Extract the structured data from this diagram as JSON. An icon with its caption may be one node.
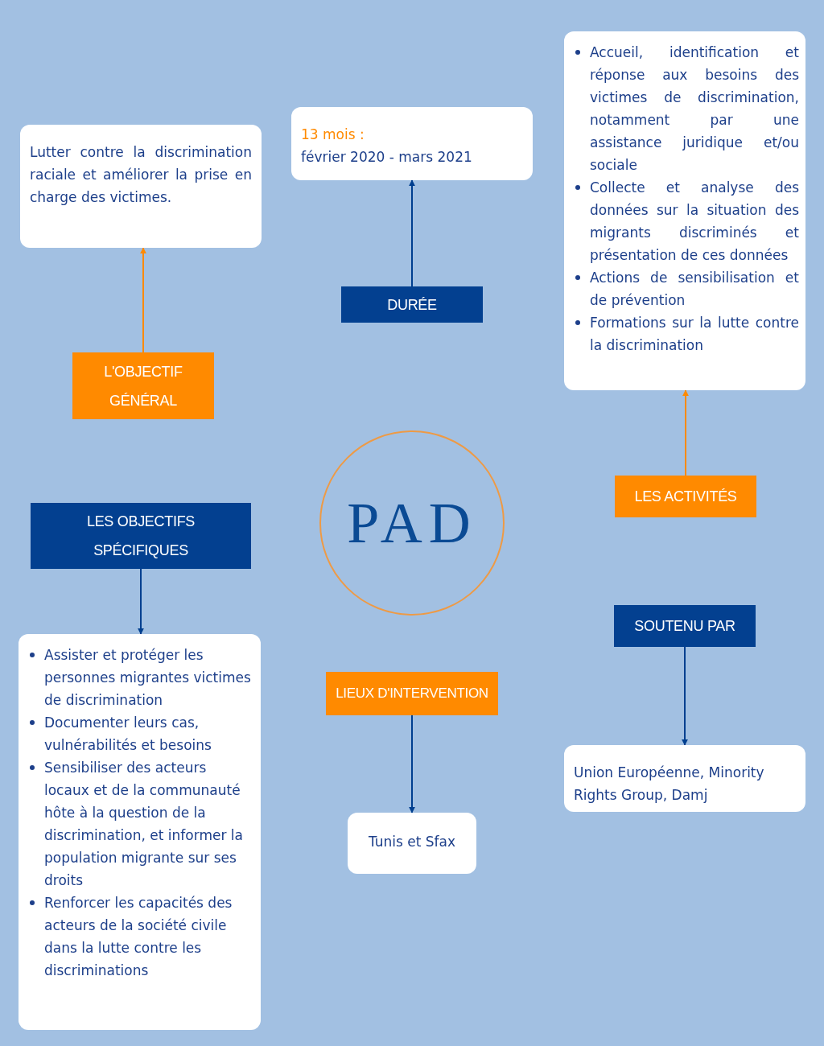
{
  "diagram": {
    "nodes": [
      {
        "text": [
          "Lutter contre la discrimination raciale et améliorer la prise en charge des victimes."
        ]
      },
      {
        "text": [
          "13 mois :",
          "février 2020 - mars 2021"
        ]
      },
      {
        "text": [
          "Accueil, identification et réponse aux besoins des victimes de discrimination, notamment par une assistance juridique et/ou sociale",
          "Collecte et analyse des données sur la situation des migrants discriminés et présentation de ces données",
          "Actions de sensibilisation et de prévention",
          "Formations sur la lutte contre la discrimination"
        ]
      },
      {
        "text": [
          "L'OBJECTIF GÉNÉRAL"
        ]
      },
      {
        "text": [
          "DURÉE"
        ]
      },
      {
        "text": [
          "PAD"
        ]
      },
      {
        "text": [
          "LES ACTIVITÉS"
        ]
      },
      {
        "text": [
          "LES OBJECTIFS SPÉCIFIQUES"
        ]
      },
      {
        "text": [
          "SOUTENU PAR"
        ]
      },
      {
        "text": [
          "Assister et protéger les personnes migrantes victimes de discrimination",
          "Documenter leurs cas, vulnérabilités et besoins",
          "Sensibiliser des acteurs locaux et de la communauté hôte à la question de la discrimination, et informer la population migrante sur ses droits",
          "Renforcer les capacités des acteurs de la société civile dans la lutte contre les discriminations"
        ]
      },
      {
        "text": [
          "LIEUX D'INTERVENTION"
        ]
      },
      {
        "text": [
          "Union Européenne, Minority Rights Group, Damj"
        ]
      },
      {
        "text": [
          "Tunis et Sfax"
        ]
      }
    ],
    "edges": [
      {
        "from": 3,
        "to": 0,
        "arrow": "to",
        "color": "#ff8a00"
      },
      {
        "from": 4,
        "to": 1,
        "arrow": "to",
        "color": "#003f8f"
      },
      {
        "from": 6,
        "to": 2,
        "arrow": "to",
        "color": "#ff8a00"
      },
      {
        "from": 7,
        "to": 9,
        "arrow": "to",
        "color": "#003f8f"
      },
      {
        "from": 8,
        "to": 11,
        "arrow": "to",
        "color": "#003f8f"
      },
      {
        "from": 10,
        "to": 12,
        "arrow": "to",
        "color": "#003f8f"
      }
    ]
  }
}
